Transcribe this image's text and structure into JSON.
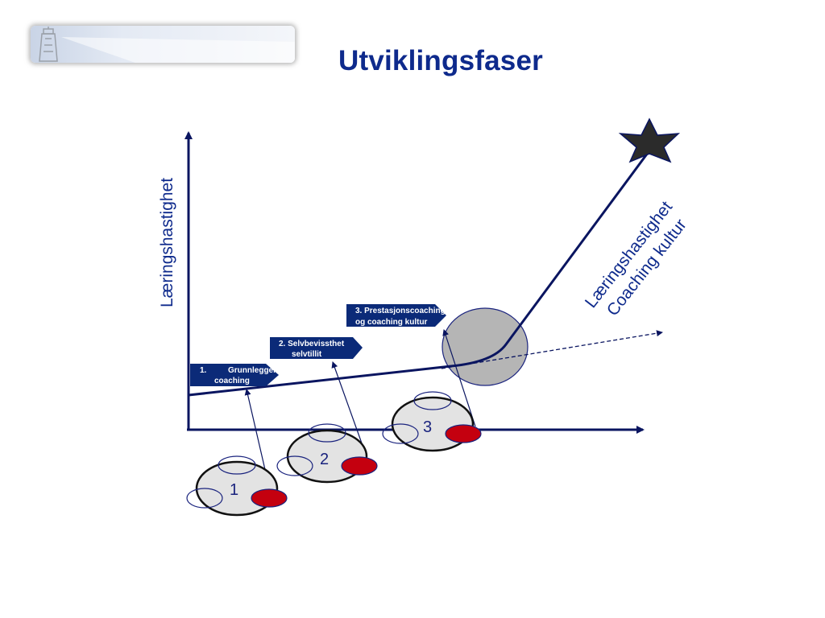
{
  "slide": {
    "title": "Utviklingsfaser"
  },
  "diagram": {
    "y_axis_label": "Læringshastighet",
    "outcome_label_line1": "Læringshastighet",
    "outcome_label_line2": "Coaching kultur",
    "phases": [
      {
        "number": "1.",
        "line1": "Grunnleggende",
        "line2": "coaching"
      },
      {
        "line1": "2. Selvbevissthet",
        "line2": "selvtillit"
      },
      {
        "line1": "3. Prestasjonscoaching",
        "line2": "og coaching kultur"
      }
    ],
    "stages": [
      "1",
      "2",
      "3"
    ]
  },
  "colors": {
    "title": "#0e2a8c",
    "axis": "#0a1560",
    "tag_fill": "#0b2a78",
    "red_accent": "#c4000f",
    "ring_grey": "#e3e3e3"
  },
  "icons": [
    "lighthouse-icon",
    "star-icon"
  ]
}
